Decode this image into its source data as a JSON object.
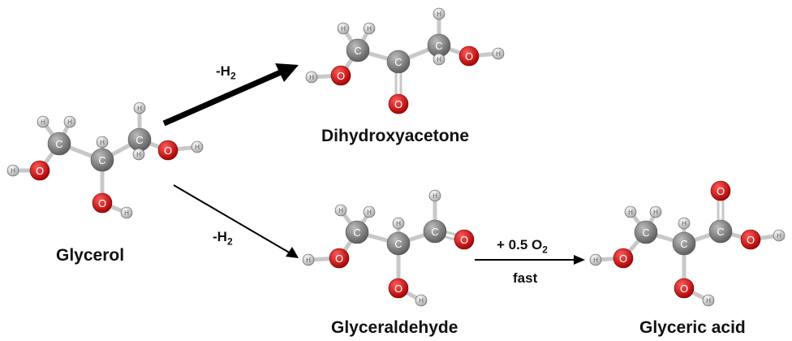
{
  "molecules": {
    "glycerol": {
      "name": "Glycerol"
    },
    "dihydroxyacetone": {
      "name": "Dihydroxyacetone"
    },
    "glyceraldehyde": {
      "name": "Glyceraldehyde"
    },
    "glyceric_acid": {
      "name": "Glyceric acid"
    }
  },
  "arrows": {
    "to_dha": {
      "prefix": "-H",
      "sub": "2"
    },
    "to_glyceraldehyde": {
      "prefix": "-H",
      "sub": "2"
    },
    "oxidation": {
      "top_prefix": "+ 0.5 O",
      "top_sub": "2",
      "bottom": "fast"
    }
  },
  "atom_labels": {
    "carbon": "C",
    "oxygen": "O",
    "hydrogen": "H"
  },
  "colors": {
    "carbon": "#7a7a7a",
    "oxygen": "#d01010",
    "hydrogen": "#e2e2e2",
    "bond": "#c8c8c8",
    "arrow": "#000000"
  }
}
